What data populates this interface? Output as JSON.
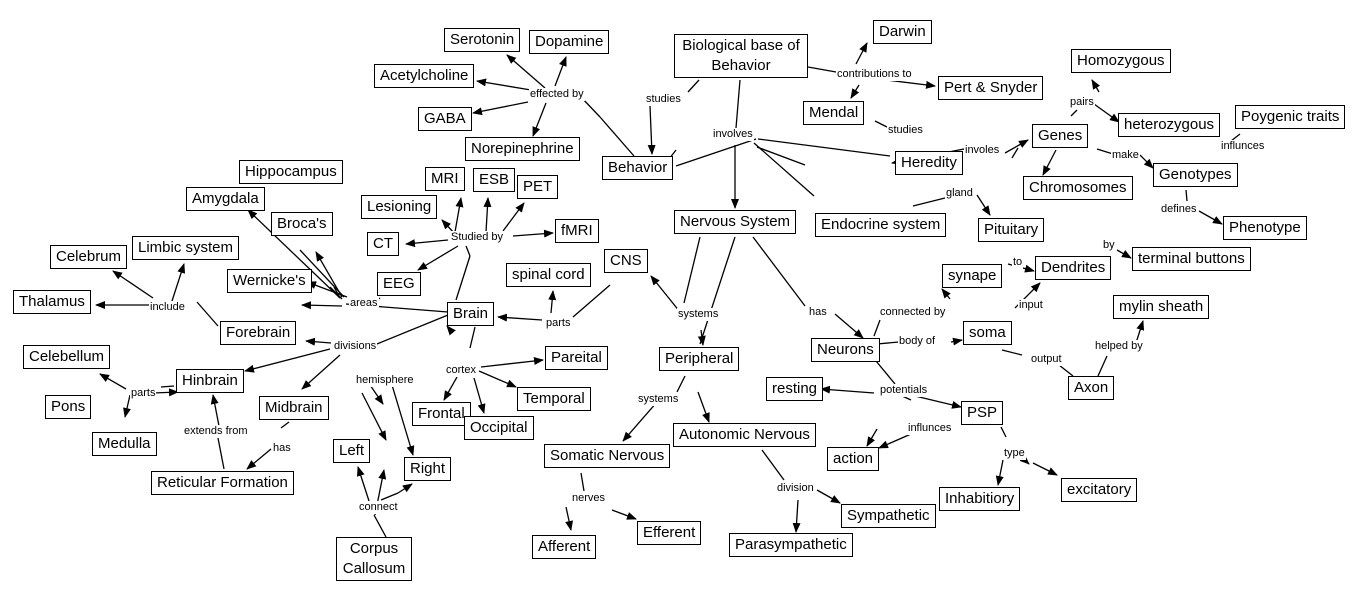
{
  "concepts": {
    "biological_base": [
      "Biological base of",
      "Behavior"
    ],
    "darwin": "Darwin",
    "pert_snyder": "Pert & Snyder",
    "mendal": "Mendal",
    "homozygous": "Homozygous",
    "heterozygous": "heterozygous",
    "genes": "Genes",
    "poygenic_traits": "Poygenic traits",
    "genotypes": "Genotypes",
    "chromosomes": "Chromosomes",
    "phenotype": "Phenotype",
    "heredity": "Heredity",
    "serotonin": "Serotonin",
    "dopamine": "Dopamine",
    "acetylcholine": "Acetylcholine",
    "gaba": "GABA",
    "norepinephrine": "Norepinephrine",
    "behavior": "Behavior",
    "hippocampus": "Hippocampus",
    "amygdala": "Amygdala",
    "brocas": "Broca's",
    "mri": "MRI",
    "esb": "ESB",
    "pet": "PET",
    "lesioning": "Lesioning",
    "fmri": "fMRI",
    "ct": "CT",
    "eeg": "EEG",
    "celebrum": "Celebrum",
    "limbic_system": "Limbic system",
    "thalamus": "Thalamus",
    "wernickes": "Wernicke's",
    "forebrain": "Forebrain",
    "brain": "Brain",
    "spinal_cord": "spinal cord",
    "cns": "CNS",
    "nervous_system": "Nervous System",
    "endocrine_system": "Endocrine system",
    "pituitary": "Pituitary",
    "synape": "synape",
    "dendrites": "Dendrites",
    "terminal_buttons": "terminal buttons",
    "mylin_sheath": "mylin sheath",
    "soma": "soma",
    "neurons": "Neurons",
    "axon": "Axon",
    "celebellum": "Celebellum",
    "hinbrain": "Hinbrain",
    "pons": "Pons",
    "medulla": "Medulla",
    "midbrain": "Midbrain",
    "reticular_formation": "Reticular Formation",
    "pareital": "Pareital",
    "temporal": "Temporal",
    "frontal": "Frontal",
    "occipital": "Occipital",
    "left": "Left",
    "right": "Right",
    "corpus_callosum": [
      "Corpus",
      "Callosum"
    ],
    "peripheral": "Peripheral",
    "autonomic_nervous": "Autonomic Nervous",
    "somatic_nervous": "Somatic Nervous",
    "afferent": "Afferent",
    "efferent": "Efferent",
    "sympathetic": "Sympathetic",
    "parasympathetic": "Parasympathetic",
    "resting": "resting",
    "psp": "PSP",
    "action": "action",
    "inhabitiory": "Inhabitiory",
    "excitatory": "excitatory"
  },
  "linking_phrases": {
    "contributions_to": "contributions to",
    "studies_1": "studies",
    "studies_2": "studies",
    "involes": "involes",
    "pairs": "pairs",
    "make": "make",
    "influnces_1": "influnces",
    "defines": "defines",
    "involves": "involves",
    "effected_by": "effected by",
    "gland": "gland",
    "studied_by": "Studied by",
    "include": "include",
    "areas": "areas",
    "divisions": "divisions",
    "parts_1": "parts",
    "systems_1": "systems",
    "has_1": "has",
    "to": "to",
    "by": "by",
    "connected_by": "connected by",
    "input": "input",
    "body_of": "body of",
    "output": "output",
    "helped_by": "helped by",
    "parts_2": "parts",
    "extends_from": "extends from",
    "has_2": "has",
    "hemisphere": "hemisphere",
    "cortex": "cortex",
    "connect": "connect",
    "systems_2": "systems",
    "nerves": "nerves",
    "division": "division",
    "potentials": "potentials",
    "influnces_2": "influnces",
    "type": "type"
  },
  "style": {
    "line_color": "#000000",
    "background": "#ffffff"
  }
}
